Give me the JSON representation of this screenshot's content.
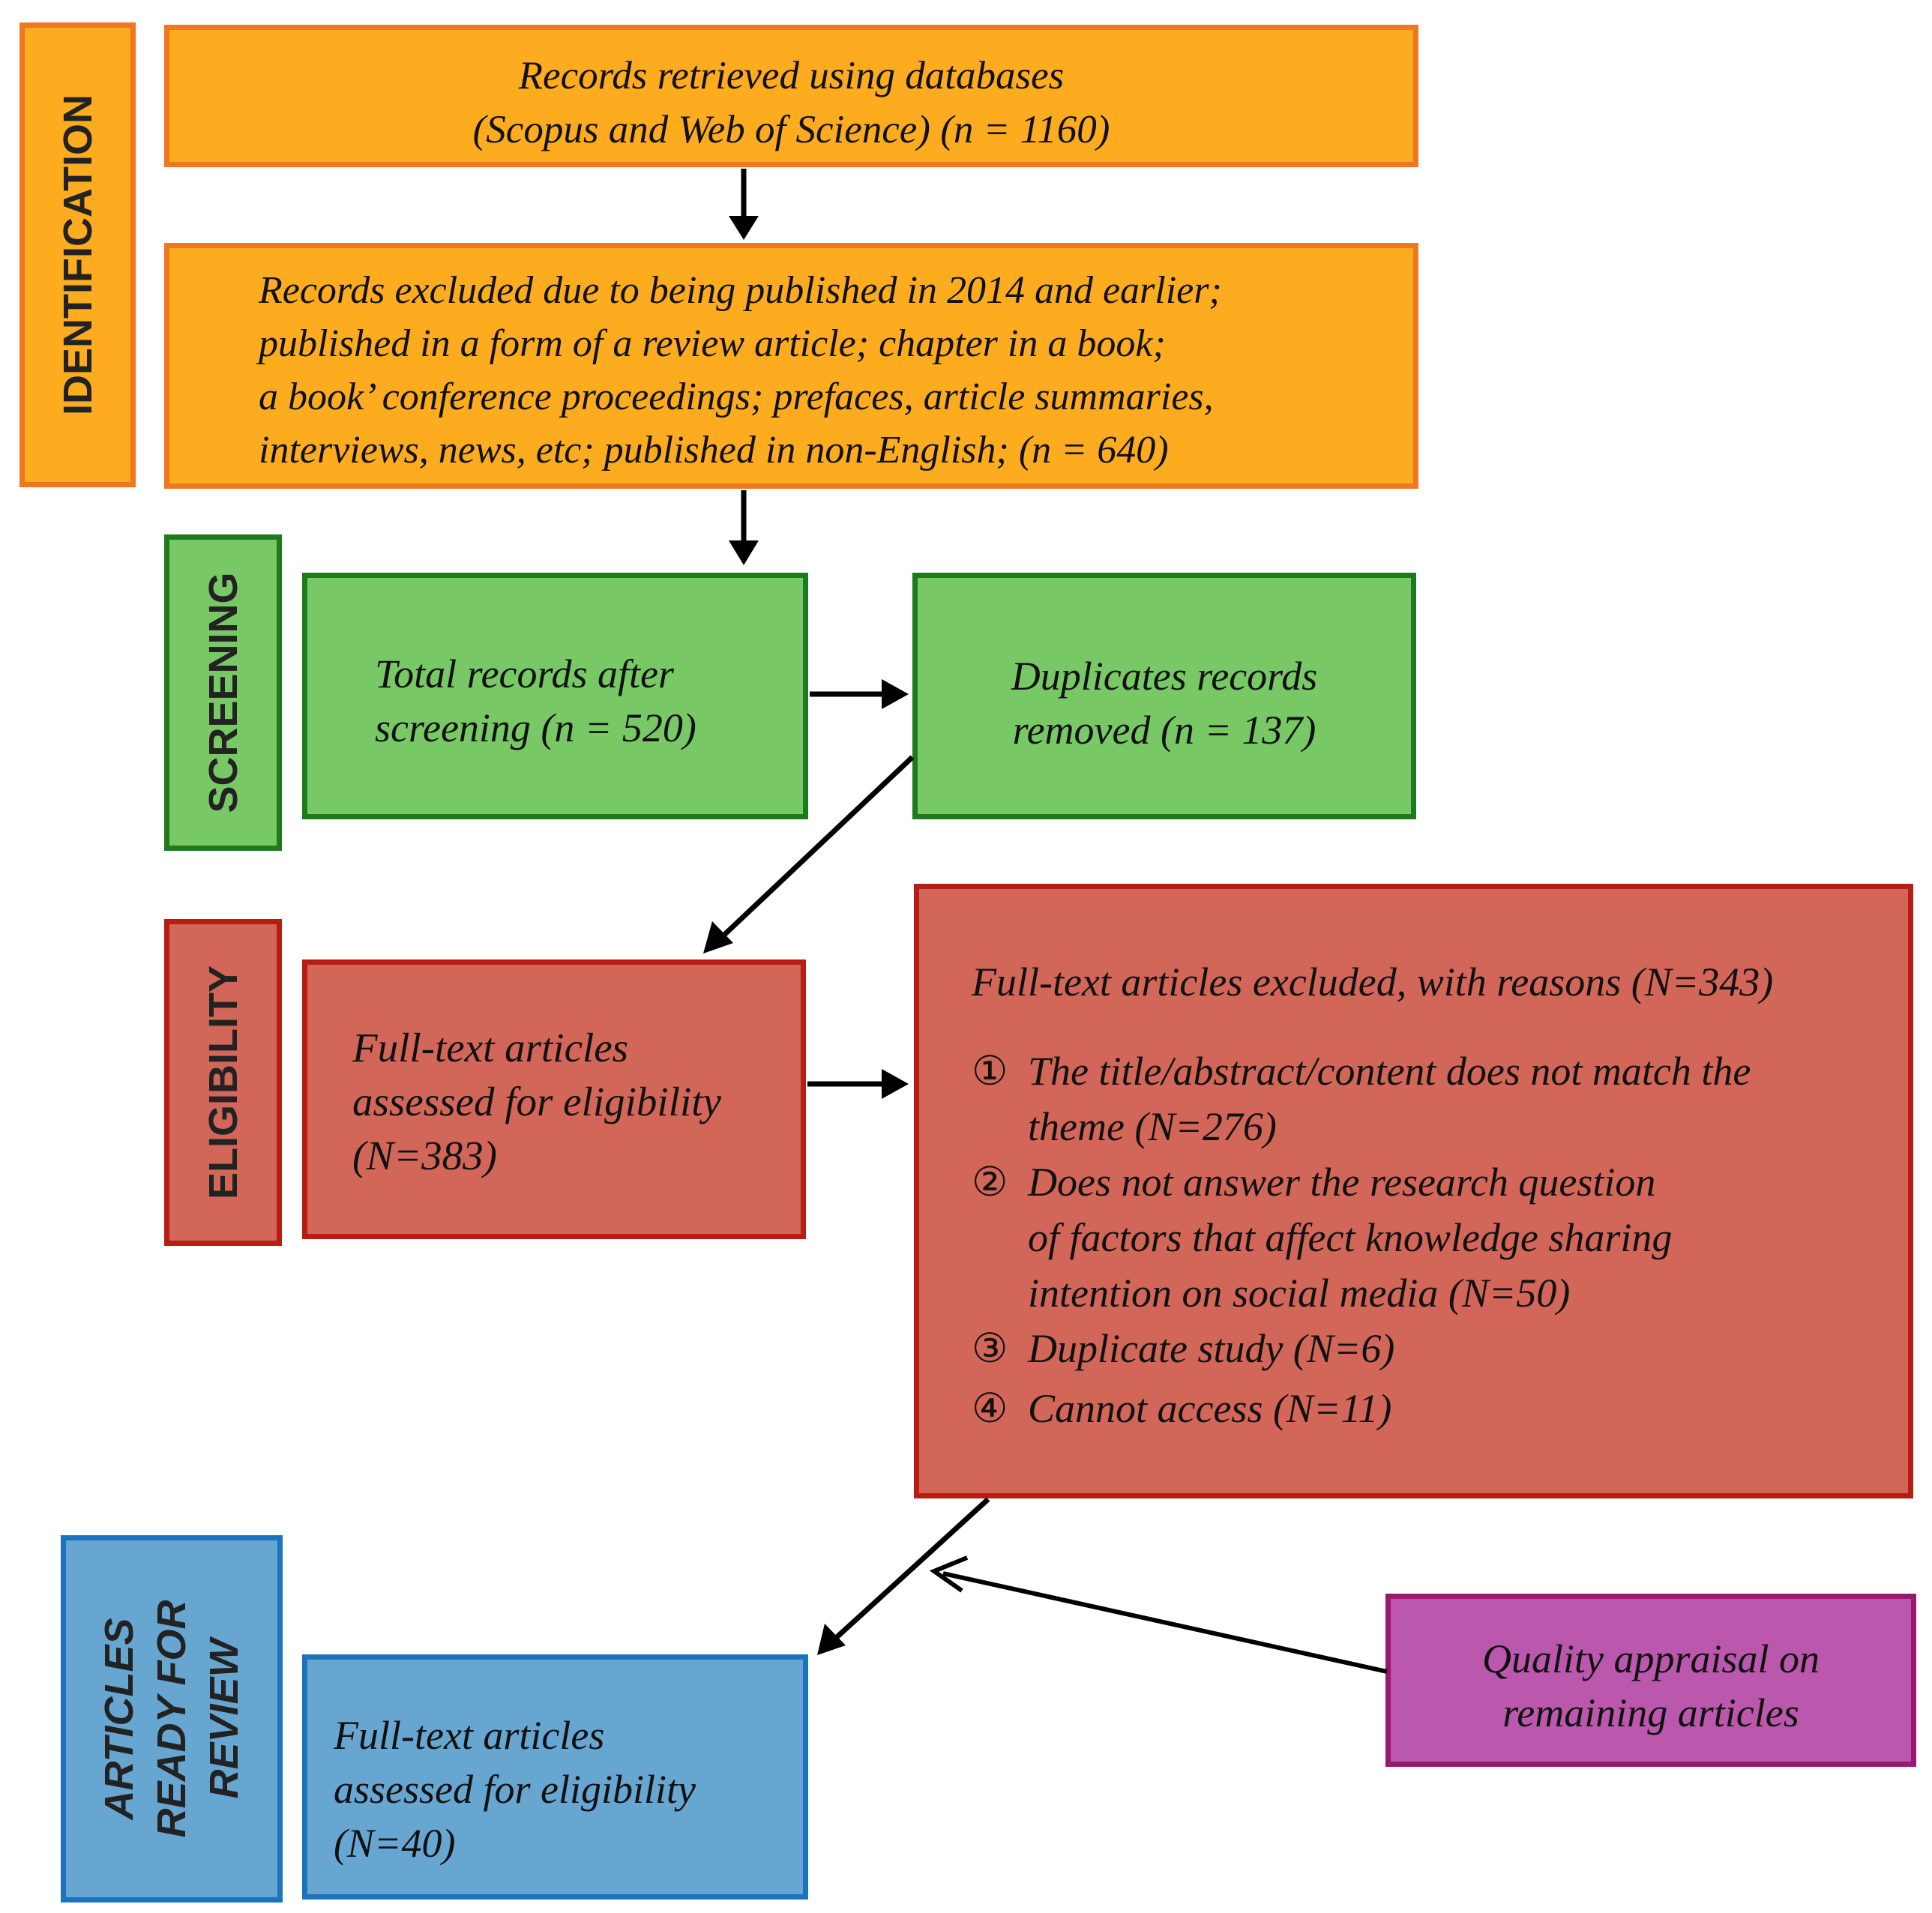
{
  "stages": {
    "identification": "IDENTIFICATION",
    "screening": "SCREENING",
    "eligibility": "ELIGIBILITY",
    "ready": [
      "ARTICLES",
      "READY FOR",
      "REVIEW"
    ]
  },
  "boxes": {
    "retrieved": [
      "Records retrieved using databases",
      "(Scopus and Web of Science) (n = 1160)"
    ],
    "excluded": [
      "Records excluded due to being published in 2014 and earlier;",
      "published in a form of a review article; chapter in a book;",
      "a book’ conference proceedings; prefaces, article summaries,",
      "interviews, news, etc; published in non-English; (n = 640)"
    ],
    "after_screening": [
      "Total records after",
      "screening (n = 520)"
    ],
    "duplicates": [
      "Duplicates records",
      "removed (n = 137)"
    ],
    "eligibility_assessed": [
      "Full-text articles",
      "assessed for eligibility",
      "(N=383)"
    ],
    "excluded_reasons": {
      "title": "Full-text articles excluded, with reasons (N=343)",
      "items": [
        {
          "num": "①",
          "lines": [
            "The title/abstract/content does not match the",
            "theme (N=276)"
          ]
        },
        {
          "num": "②",
          "lines": [
            "Does not answer the research question",
            "of factors that affect knowledge sharing",
            "intention on social media (N=50)"
          ]
        },
        {
          "num": "③",
          "lines": [
            "Duplicate study (N=6)"
          ]
        },
        {
          "num": "④",
          "lines": [
            "Cannot access (N=11)"
          ]
        }
      ]
    },
    "final": [
      "Full-text articles",
      "assessed for eligibility",
      "(N=40)"
    ],
    "quality": [
      "Quality appraisal on",
      "remaining articles"
    ]
  },
  "colors": {
    "orange_fill": "#fdab1f",
    "orange_border": "#f0761f",
    "green_fill": "#78c966",
    "green_border": "#1e7a1d",
    "red_fill": "#d26759",
    "red_border": "#b91c12",
    "blue_fill": "#68a6d2",
    "blue_border": "#1b73be",
    "purple_fill": "#bb58ad",
    "purple_border": "#98196f"
  }
}
